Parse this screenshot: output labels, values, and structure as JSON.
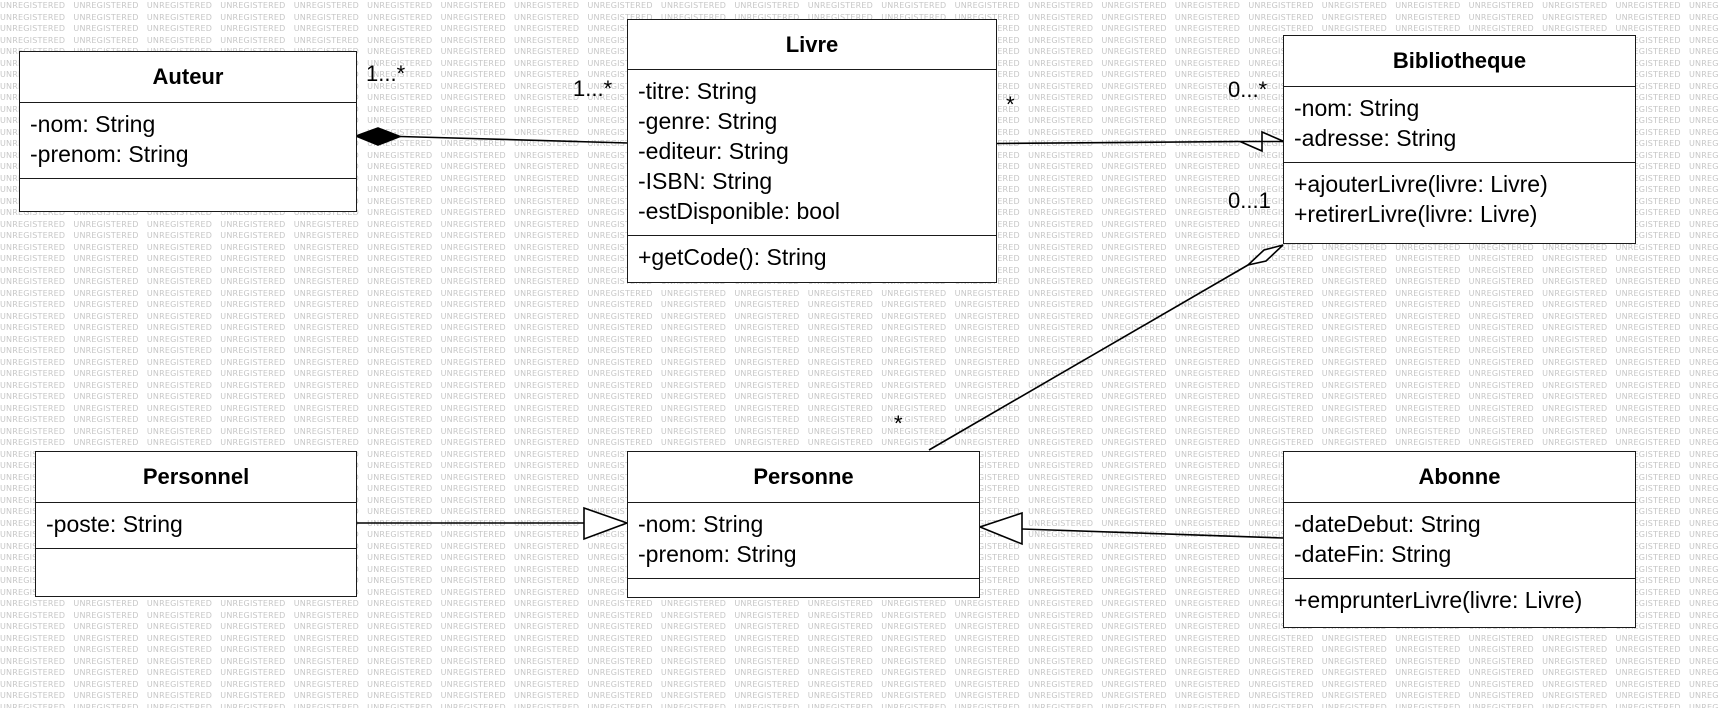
{
  "watermark": "UNREGISTERED",
  "classes": {
    "auteur": {
      "name": "Auteur",
      "attributes": [
        "-nom: String",
        "-prenom: String"
      ],
      "operations": []
    },
    "livre": {
      "name": "Livre",
      "attributes": [
        "-titre: String",
        "-genre: String",
        "-editeur: String",
        "-ISBN: String",
        "-estDisponible: bool"
      ],
      "operations": [
        "+getCode(): String"
      ]
    },
    "bibliotheque": {
      "name": "Bibliotheque",
      "attributes": [
        "-nom: String",
        "-adresse: String"
      ],
      "operations": [
        "+ajouterLivre(livre: Livre)",
        "+retirerLivre(livre: Livre)"
      ]
    },
    "personnel": {
      "name": "Personnel",
      "attributes": [
        "-poste: String"
      ],
      "operations": []
    },
    "personne": {
      "name": "Personne",
      "attributes": [
        "-nom: String",
        "-prenom: String"
      ],
      "operations": []
    },
    "abonne": {
      "name": "Abonne",
      "attributes": [
        "-dateDebut: String",
        "-dateFin: String"
      ],
      "operations": [
        "+emprunterLivre(livre: Livre)"
      ]
    }
  },
  "multiplicities": {
    "auteur_livre_auteur_end": "1...*",
    "auteur_livre_livre_end": "1...*",
    "livre_biblio_livre_end": "*",
    "livre_biblio_biblio_end": "0...*",
    "biblio_personne_biblio_end": "0...1",
    "biblio_personne_personne_end": "*"
  }
}
